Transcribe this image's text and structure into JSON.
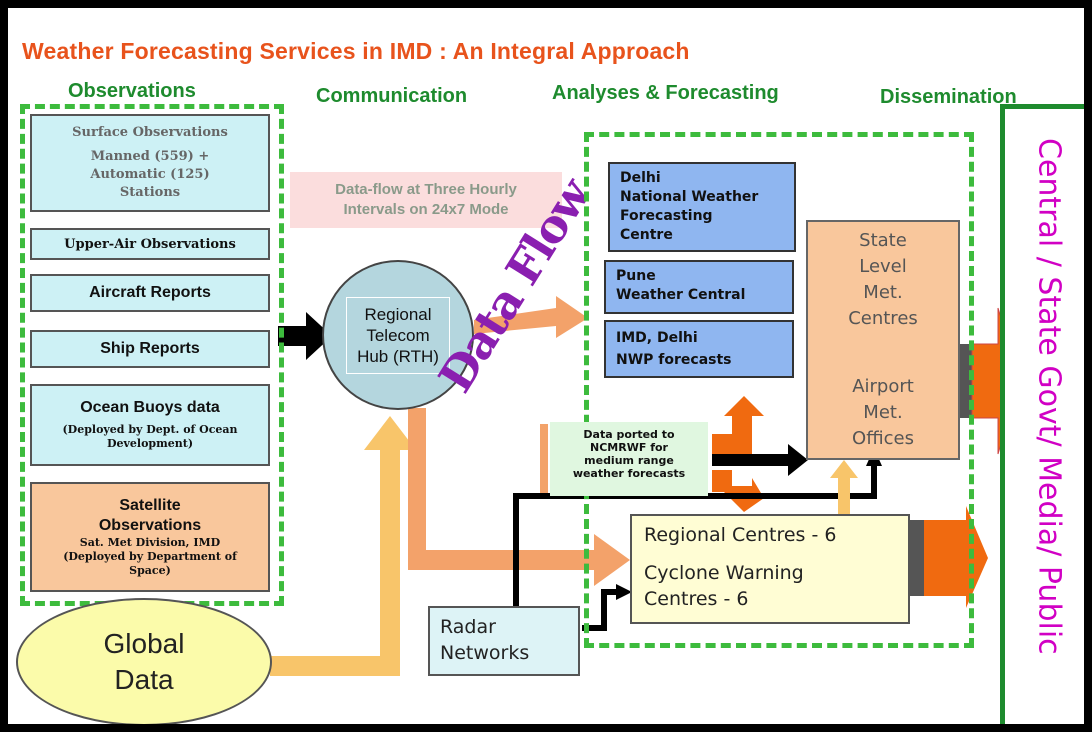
{
  "title": "Weather Forecasting Services in IMD : An Integral Approach",
  "columns": {
    "observations": "Observations",
    "communication": "Communication",
    "analyses": "Analyses & Forecasting",
    "dissemination": "Dissemination"
  },
  "observations": {
    "surface_title": "Surface Observations",
    "surface_l1": "Manned (559) +",
    "surface_l2": "Automatic (125)",
    "surface_l3": "Stations",
    "upper_air": "Upper-Air Observations",
    "aircraft": "Aircraft Reports",
    "ship": "Ship Reports",
    "buoys_title": "Ocean Buoys data",
    "buoys_l1": "(Deployed by Dept. of Ocean",
    "buoys_l2": "Development)",
    "sat_l1": "Satellite",
    "sat_l2": "Observations",
    "sat_l3": "Sat. Met Division, IMD",
    "sat_l4": "(Deployed by Department of",
    "sat_l5": "Space)"
  },
  "global_l1": "Global",
  "global_l2": "Data",
  "dataflow_note_l1": "Data-flow at Three Hourly",
  "dataflow_note_l2": "Intervals on 24x7 Mode",
  "rth_l1": "Regional",
  "rth_l2": "Telecom",
  "rth_l3": "Hub (RTH)",
  "data_flow_word": "Data Flow",
  "centres": {
    "delhi_l1": "Delhi",
    "delhi_l2": "National Weather",
    "delhi_l3": "Forecasting",
    "delhi_l4": "Centre",
    "pune_l1": "Pune",
    "pune_l2": "Weather Central",
    "imd_l1": "IMD, Delhi",
    "imd_l2": "NWP forecasts"
  },
  "state": {
    "l1": "State",
    "l2": "Level",
    "l3": "Met.",
    "l4": "Centres",
    "l5": "Airport",
    "l6": "Met.",
    "l7": "Offices"
  },
  "ncmrwf_l1": "Data ported to",
  "ncmrwf_l2": "NCMRWF for",
  "ncmrwf_l3": "medium range",
  "ncmrwf_l4": "weather forecasts",
  "regional_l1": "Regional Centres - 6",
  "regional_l2": "Cyclone Warning",
  "regional_l3": "Centres - 6",
  "radar_l1": "Radar",
  "radar_l2": "Networks",
  "dissemination_text": "Central / State Govt/ Media/ Public",
  "colors": {
    "title": "#e8531c",
    "heading": "#1e8b2e",
    "dashed_border": "#3dbb3d",
    "dissemination_text": "#d100c4",
    "arrow_orange": "#f3a26a",
    "arrow_yellow": "#f8c56a",
    "arrow_deep_orange": "#f06a10"
  }
}
